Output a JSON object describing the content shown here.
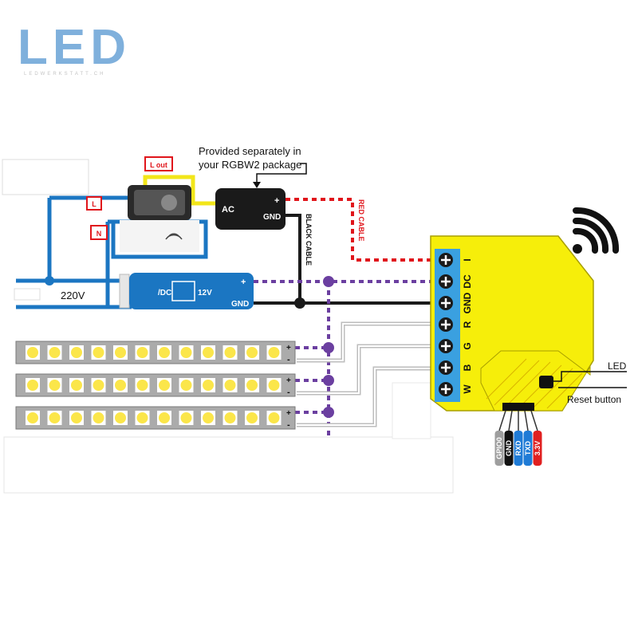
{
  "logo": {
    "text": "LED",
    "subtext": "LEDWERKSTATT.CH"
  },
  "note": {
    "line1": "Provided separately in",
    "line2": "your RGBW2 package"
  },
  "labels": {
    "l_out": "L out",
    "l": "L",
    "n": "N",
    "v220": "220V",
    "psu_ac": "AC",
    "psu_plus": "+",
    "psu_gnd": "GND",
    "black_cable": "BLACK CABLE",
    "red_cable": "RED CABLE",
    "dc_prefix": "/DC",
    "dc_volt": "12V",
    "dc_plus": "+",
    "dc_gnd": "GND",
    "led": "LED",
    "reset": "Reset button"
  },
  "terminals": [
    "I",
    "DC",
    "GND",
    "R",
    "G",
    "B",
    "W"
  ],
  "header_pins": [
    {
      "label": "GPIO0",
      "color": "#9e9e9e"
    },
    {
      "label": "GND",
      "color": "#111111"
    },
    {
      "label": "RXD",
      "color": "#1f7bd6"
    },
    {
      "label": "TXD",
      "color": "#1f7bd6"
    },
    {
      "label": "3.3V",
      "color": "#e02020"
    }
  ],
  "strips": [
    {
      "plus": "+",
      "minus": "-"
    },
    {
      "plus": "+",
      "minus": "-"
    },
    {
      "plus": "+",
      "minus": "-"
    }
  ],
  "colors": {
    "blue": "#1b76c2",
    "yellow": "#f6ee0a",
    "purple": "#6b3fa0",
    "red": "#e0151b",
    "black": "#1a1a1a",
    "logo": "#7fb0dc"
  }
}
